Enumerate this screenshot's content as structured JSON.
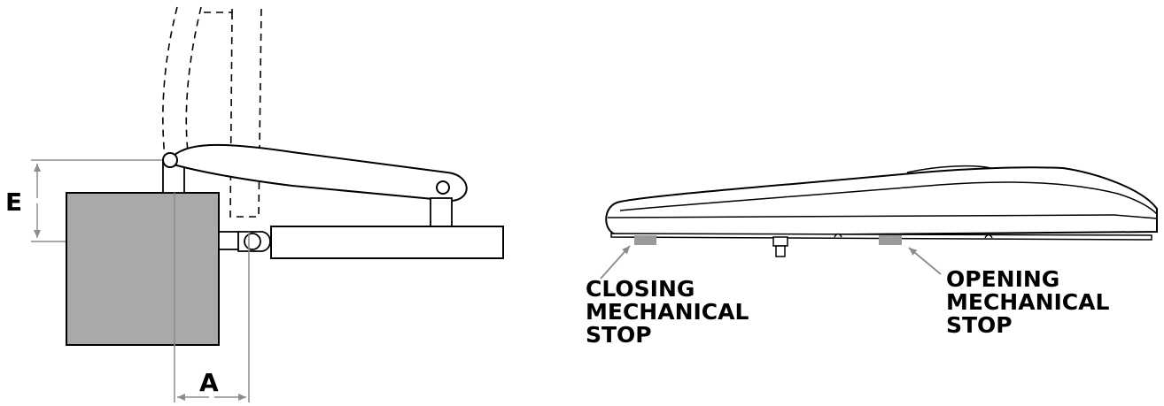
{
  "left_diagram": {
    "dimension_e": "E",
    "dimension_a": "A"
  },
  "right_diagram": {
    "closing_stop": {
      "lines": [
        "CLOSING",
        "MECHANICAL",
        "STOP"
      ]
    },
    "opening_stop": {
      "lines": [
        "OPENING",
        "MECHANICAL",
        "STOP"
      ]
    }
  },
  "colors": {
    "pillar": "#a9a9ac",
    "stop": "#9a9a9a",
    "line": "#000000",
    "dimension_line": "#8c8c8c"
  }
}
